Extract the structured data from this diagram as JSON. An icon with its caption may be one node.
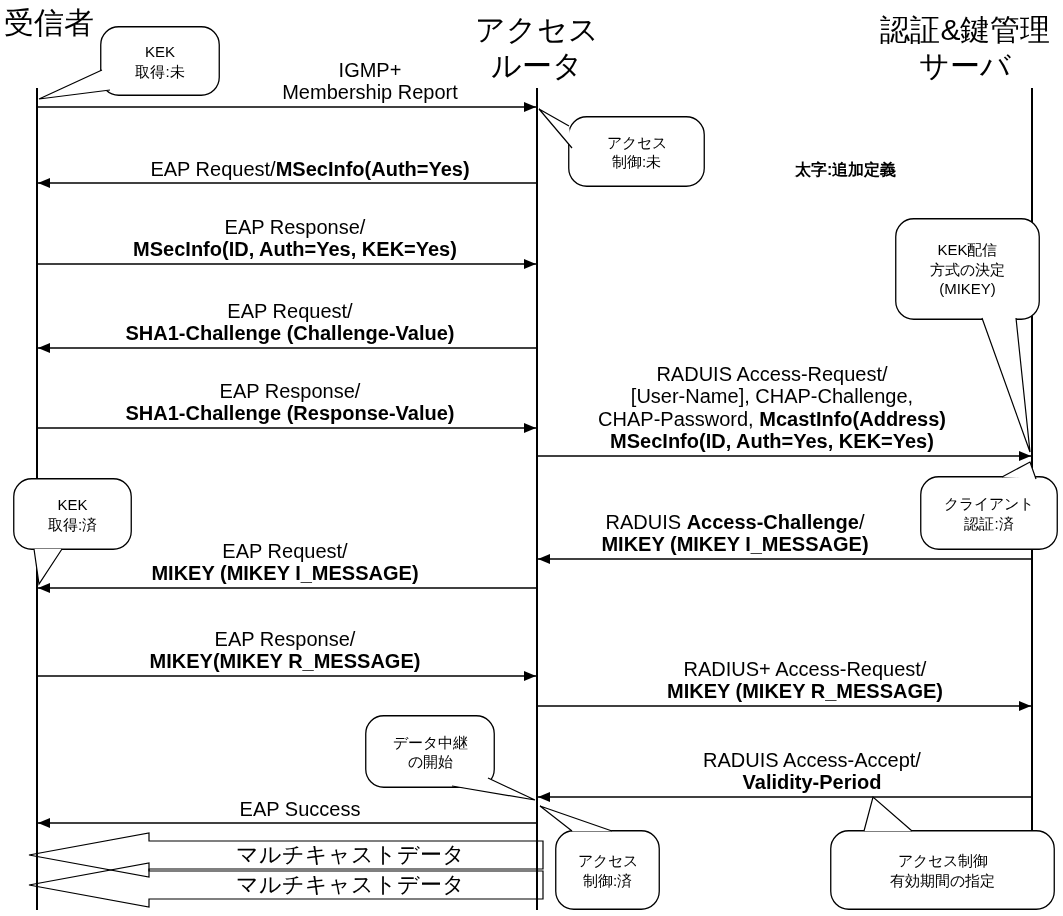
{
  "diagram": {
    "nodes": [
      {
        "text": [
          "受信者"
        ]
      },
      {
        "text": [
          "アクセスルータ"
        ]
      },
      {
        "text": [
          "認証&鍵管理サーバ"
        ]
      },
      {
        "text": [
          "KEK取得:未"
        ]
      },
      {
        "text": [
          "アクセス制御:未"
        ]
      },
      {
        "text": [
          "KEK配信方式の決定(MIKEY)"
        ]
      },
      {
        "text": [
          "クライアント認証:済"
        ]
      },
      {
        "text": [
          "KEK取得:済"
        ]
      },
      {
        "text": [
          "データ中継の開始"
        ]
      },
      {
        "text": [
          "アクセス制御:済"
        ]
      },
      {
        "text": [
          "アクセス制御有効期間の指定"
        ]
      }
    ],
    "edges": [
      {
        "from": 0,
        "to": 1,
        "arrow": "to",
        "label": "IGMP+ Membership Report"
      },
      {
        "from": 1,
        "to": 0,
        "arrow": "to",
        "label": "EAP Request/**MSecInfo(Auth=Yes)**"
      },
      {
        "from": 0,
        "to": 1,
        "arrow": "to",
        "label": "EAP Response/ **MSecInfo(ID, Auth=Yes, KEK=Yes)**"
      },
      {
        "from": 1,
        "to": 0,
        "arrow": "to",
        "label": "EAP Request/ **SHA1-Challenge (Challenge-Value)**"
      },
      {
        "from": 0,
        "to": 1,
        "arrow": "to",
        "label": "EAP Response/ **SHA1-Challenge (Response-Value)**"
      },
      {
        "from": 1,
        "to": 2,
        "arrow": "to",
        "label": "RADUIS Access-Request/ [User-Name], CHAP-Challenge, CHAP-Password, **McastInfo(Address) MSecInfo(ID, Auth=Yes, KEK=Yes)**"
      },
      {
        "from": 2,
        "to": 1,
        "arrow": "to",
        "label": "RADUIS **Access-Challenge**/ **MIKEY (MIKEY I_MESSAGE)**"
      },
      {
        "from": 1,
        "to": 0,
        "arrow": "to",
        "label": "EAP Request/ **MIKEY (MIKEY I_MESSAGE)**"
      },
      {
        "from": 0,
        "to": 1,
        "arrow": "to",
        "label": "EAP Response/ **MIKEY(MIKEY R_MESSAGE)**"
      },
      {
        "from": 1,
        "to": 2,
        "arrow": "to",
        "label": "RADIUS+ Access-Request/ **MIKEY (MIKEY R_MESSAGE)**"
      },
      {
        "from": 2,
        "to": 1,
        "arrow": "to",
        "label": "RADUIS Access-Accept/ **Validity-Period**"
      },
      {
        "from": 1,
        "to": 0,
        "arrow": "to",
        "label": "EAP Success"
      },
      {
        "from": 1,
        "to": 0,
        "arrow": "to",
        "label": "マルチキャストデータ",
        "style": "thick"
      },
      {
        "from": 1,
        "to": 0,
        "arrow": "to",
        "label": "マルチキャストデータ",
        "style": "thick"
      }
    ],
    "labels": [
      "太字:追加定義"
    ]
  }
}
